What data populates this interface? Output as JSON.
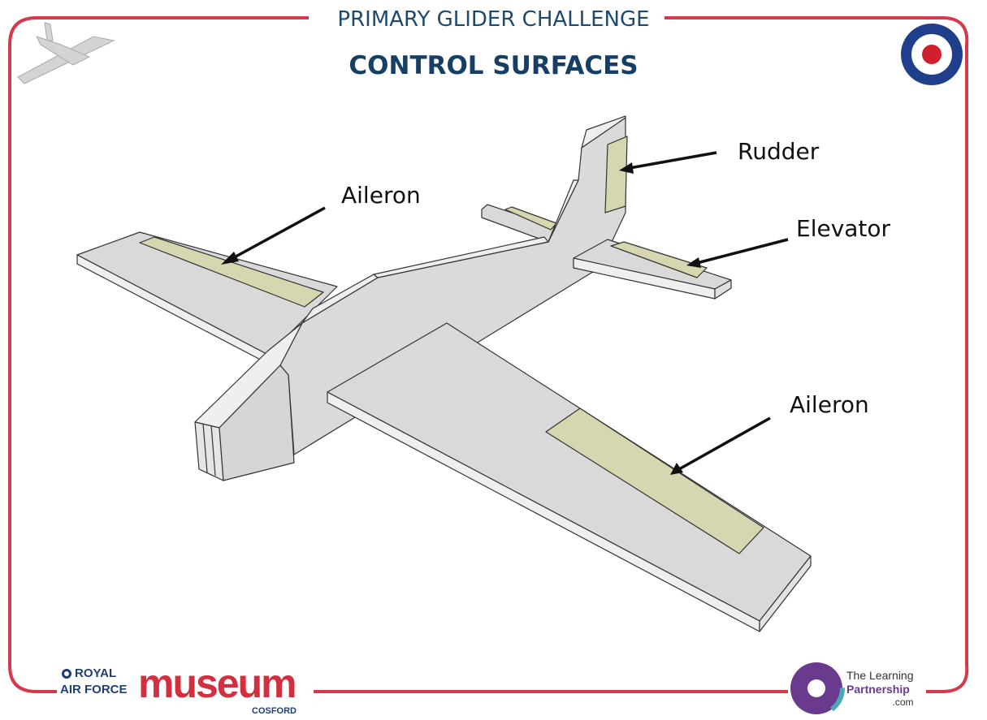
{
  "header": {
    "series_title": "PRIMARY GLIDER CHALLENGE",
    "page_title": "CONTROL SURFACES"
  },
  "labels": {
    "aileron_left": "Aileron",
    "rudder": "Rudder",
    "elevator": "Elevator",
    "aileron_right": "Aileron"
  },
  "footer": {
    "raf_logo": {
      "line1": "ROYAL",
      "line2": "AIR FORCE",
      "word": "museum",
      "site": "COSFORD"
    },
    "partner_logo": {
      "line1": "The Learning",
      "line2": "Partnership",
      "line3": ".com"
    }
  },
  "colors": {
    "border": "#d7394c",
    "title": "#1f4a6e",
    "surface": "#d9d9d9",
    "control": "#d6d6b0"
  }
}
